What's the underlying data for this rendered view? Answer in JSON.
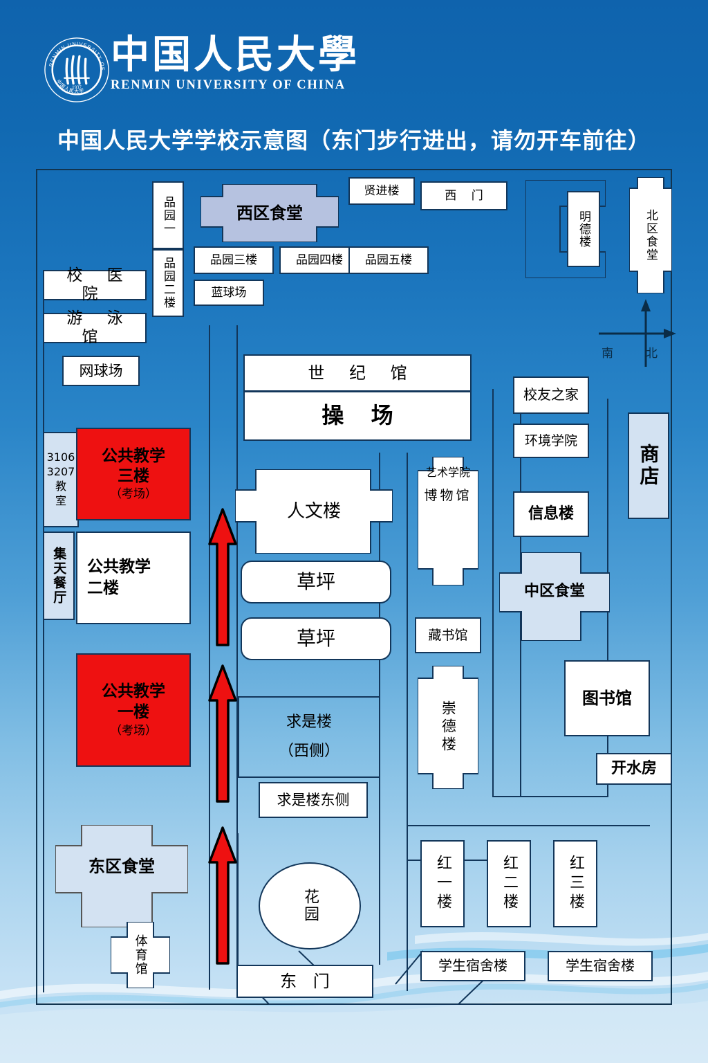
{
  "header": {
    "logo_cn": "中国人民大學",
    "logo_en": "RENMIN UNIVERSITY OF CHINA",
    "logo_icon": "renmin-university-seal"
  },
  "title": "中国人民大学学校示意图（东门步行进出，请勿开车前往）",
  "compass": {
    "left_label": "南",
    "right_label": "北"
  },
  "colors": {
    "exam_red": "#ee1111",
    "canteen_lavender": "#b6c2e0",
    "pale_blue": "#d3e2f2",
    "outline": "#12365a",
    "background_top": "#0f63ad",
    "background_bottom": "#cfe6f6"
  },
  "buildings": {
    "pinyuan1": "品园一",
    "pinyuan2": "品园二楼",
    "west_canteen": "西区食堂",
    "pinyuan3": "品园三楼",
    "pinyuan4": "品园四楼",
    "pinyuan5": "品园五楼",
    "basketball": "蓝球场",
    "xianjin": "贤进楼",
    "west_gate": "西  门",
    "mingde": "明德楼",
    "north_canteen": "北区食堂",
    "hospital": "校 医 院",
    "swim": "游 泳 馆",
    "tennis": "网球场",
    "classroom_codes_line1": "3106",
    "classroom_codes_line2": "3207",
    "classroom_codes_line3": "教",
    "classroom_codes_line4": "室",
    "jitian": "集天餐厅",
    "teaching3_line1": "公共教学",
    "teaching3_line2": "三楼",
    "teaching3_note": "（考场）",
    "teaching2_line1": "公共教学",
    "teaching2_line2": "二楼",
    "teaching1_line1": "公共教学",
    "teaching1_line2": "一楼",
    "teaching1_note": "（考场）",
    "east_canteen": "东区食堂",
    "gym": "体育馆",
    "century_hall": "世 纪 馆",
    "sports_field": "操   场",
    "humanities": "人文楼",
    "lawn1": "草坪",
    "lawn2": "草坪",
    "qiushi_line1": "求是楼",
    "qiushi_line2": "（西侧）",
    "qiushi_east": "求是楼东侧",
    "garden": "花园",
    "east_gate": "东  门",
    "art_school": "艺术学院",
    "museum": "博物馆",
    "book_hall": "藏书馆",
    "chongde": "崇德楼",
    "alumni": "校友之家",
    "environment": "环境学院",
    "information": "信息楼",
    "central_canteen": "中区食堂",
    "shop": "商店",
    "library": "图书馆",
    "water_room": "开水房",
    "hong1": "红一楼",
    "hong2": "红二楼",
    "hong3": "红三楼",
    "dorm1": "学生宿舍楼",
    "dorm2": "学生宿舍楼"
  }
}
